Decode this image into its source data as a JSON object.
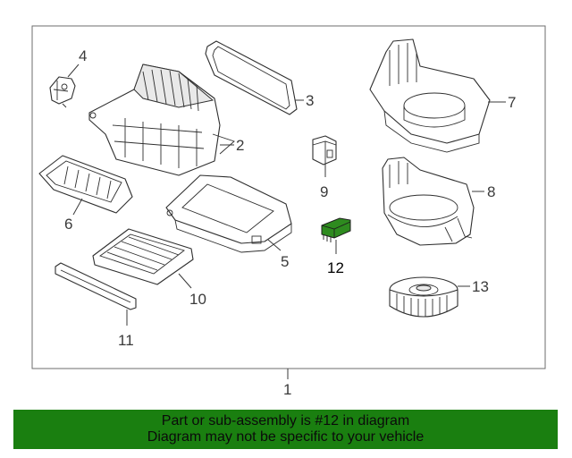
{
  "diagram": {
    "callouts": {
      "p1": "1",
      "p2": "2",
      "p3": "3",
      "p4": "4",
      "p5": "5",
      "p6": "6",
      "p7": "7",
      "p8": "8",
      "p9": "9",
      "p10": "10",
      "p11": "11",
      "p12": "12",
      "p13": "13"
    },
    "highlight_color": "#2e8b1f",
    "line_color": "#2f2f2f"
  },
  "banner": {
    "line1": "Part or sub-assembly is #12 in diagram",
    "line2": "Diagram may not be specific to your vehicle",
    "background": "#1a7f10"
  }
}
